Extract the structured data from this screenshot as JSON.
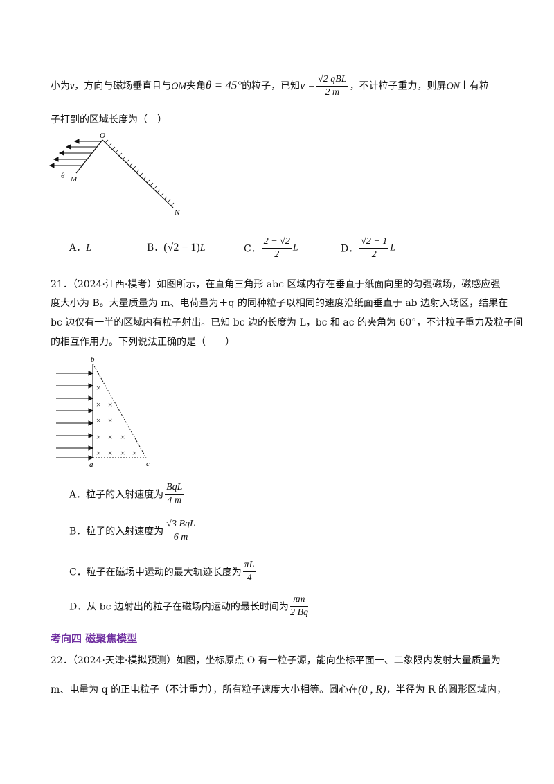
{
  "q20": {
    "line1_a": "小为",
    "line1_v": "v",
    "line1_b": "，方向与磁场垂直且与",
    "line1_OM": "OM",
    "line1_c": "夹角",
    "theta_expr": "θ = 45°",
    "line1_d": "的粒子，已知",
    "v_lhs": "v =",
    "v_num": "√2 qBL",
    "v_den": "2 m",
    "line1_e": "，不计粒子重力，则屏",
    "line1_ON": "ON",
    "line1_f": "上有粒",
    "line2": "子打到的区域长度为（　）",
    "figure_labels": {
      "O": "O",
      "M": "M",
      "N": "N",
      "theta": "θ"
    },
    "options": {
      "A_label": "A．",
      "A_val": "L",
      "B_label": "B．",
      "B_val": "(√2 − 1)",
      "B_L": "L",
      "C_label": "C．",
      "C_num": "2 − √2",
      "C_den": "2",
      "C_L": "L",
      "D_label": "D．",
      "D_num": "√2 − 1",
      "D_den": "2",
      "D_L": "L"
    }
  },
  "q21": {
    "line1": "21．（2024·江西·模考）如图所示，在直角三角形 abc 区域内存在垂直于纸面向里的匀强磁场，磁感应强",
    "line2": "度大小为 B。大量质量为 m、电荷量为＋q 的同种粒子以相同的速度沿纸面垂直于 ab 边射入场区，结果在",
    "line3": "bc 边仅有一半的区域内有粒子射出。已知 bc 边的长度为 L，bc 和 ac 的夹角为 60°，不计粒子重力及粒子间",
    "line4": "的相互作用力。下列说法正确的是（　　）",
    "figure_labels": {
      "a": "a",
      "b": "b",
      "c": "c",
      "field": "×"
    },
    "optA_text": "A．粒子的入射速度为",
    "optA_num": "BqL",
    "optA_den": "4 m",
    "optB_text": "B．粒子的入射速度为",
    "optB_num": "√3 BqL",
    "optB_den": "6 m",
    "optC_text": "C．粒子在磁场中运动的最大轨迹长度为",
    "optC_num": "πL",
    "optC_den": "4",
    "optD_text": "D．从 bc 边射出的粒子在磁场内运动的最长时间为",
    "optD_num": "πm",
    "optD_den": "2 Bq"
  },
  "section": {
    "title": "考向四  磁聚焦模型"
  },
  "q22": {
    "line1": "22．（2024·天津·模拟预测）如图，坐标原点 O 有一粒子源，能向坐标平面一、二象限内发射大量质量为",
    "line2_a": "m、电量为 q 的正电粒子（不计重力），所有粒子速度大小相等。圆心在",
    "center": "(0 , R)",
    "line2_b": "，半径为 R 的圆形区域内，"
  }
}
